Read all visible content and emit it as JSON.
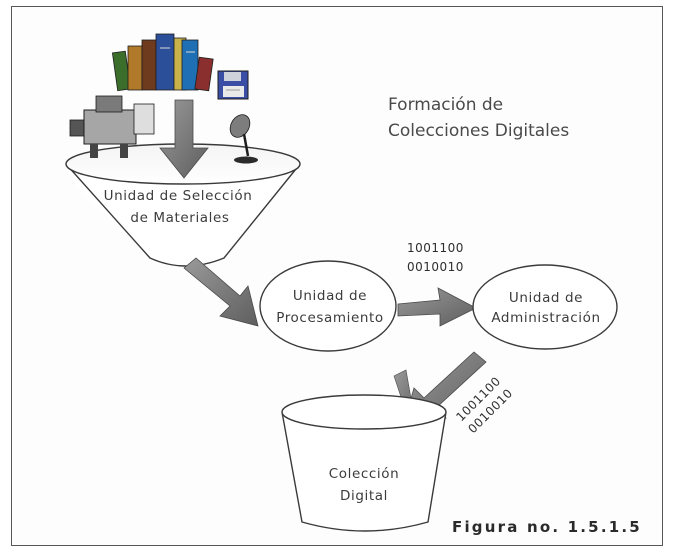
{
  "diagram": {
    "title_line1": "Formación de",
    "title_line2": "Colecciones Digitales",
    "funnel_label_line1": "Unidad de Selección",
    "funnel_label_line2": "de Materiales",
    "processing_line1": "Unidad de",
    "processing_line2": "Procesamiento",
    "admin_line1": "Unidad de",
    "admin_line2": "Administración",
    "binary_top_line1": "1001100",
    "binary_top_line2": "0010010",
    "binary_diag_line1": "1001100",
    "binary_diag_line2": "0010010",
    "collection_line1": "Colección",
    "collection_line2": "Digital",
    "figure_caption": "Figura no. 1.5.1.5"
  },
  "colors": {
    "arrow": "#7c7c7c",
    "outline": "#3a3a3a",
    "text": "#3c3c3c",
    "frame": "#585858"
  },
  "icons": [
    "books-icon",
    "floppy-disk-icon",
    "video-camera-icon",
    "microphone-icon"
  ]
}
